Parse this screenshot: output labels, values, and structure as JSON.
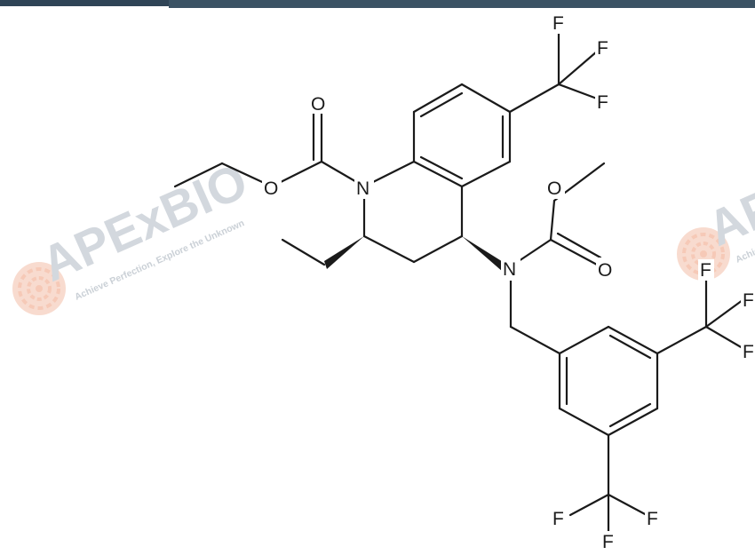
{
  "watermark": {
    "brand": "APExBIO",
    "tagline": "Achieve Perfection, Explore the Unknown",
    "brand_color": "#c5ccd3",
    "accent_color": "#f3b89f"
  },
  "atoms": {
    "o_carbonyl": "O",
    "o_ester": "O",
    "n_ring": "N",
    "n_amine": "N",
    "o_methoxy": "O",
    "o_carbonyl2": "O",
    "cf3_top_f1": "F",
    "cf3_top_f2": "F",
    "cf3_top_f3": "F",
    "cf3_right_f1": "F",
    "cf3_right_f2": "F",
    "cf3_right_f3": "F",
    "cf3_bottom_f1": "F",
    "cf3_bottom_f2": "F",
    "cf3_bottom_f3": "F"
  }
}
